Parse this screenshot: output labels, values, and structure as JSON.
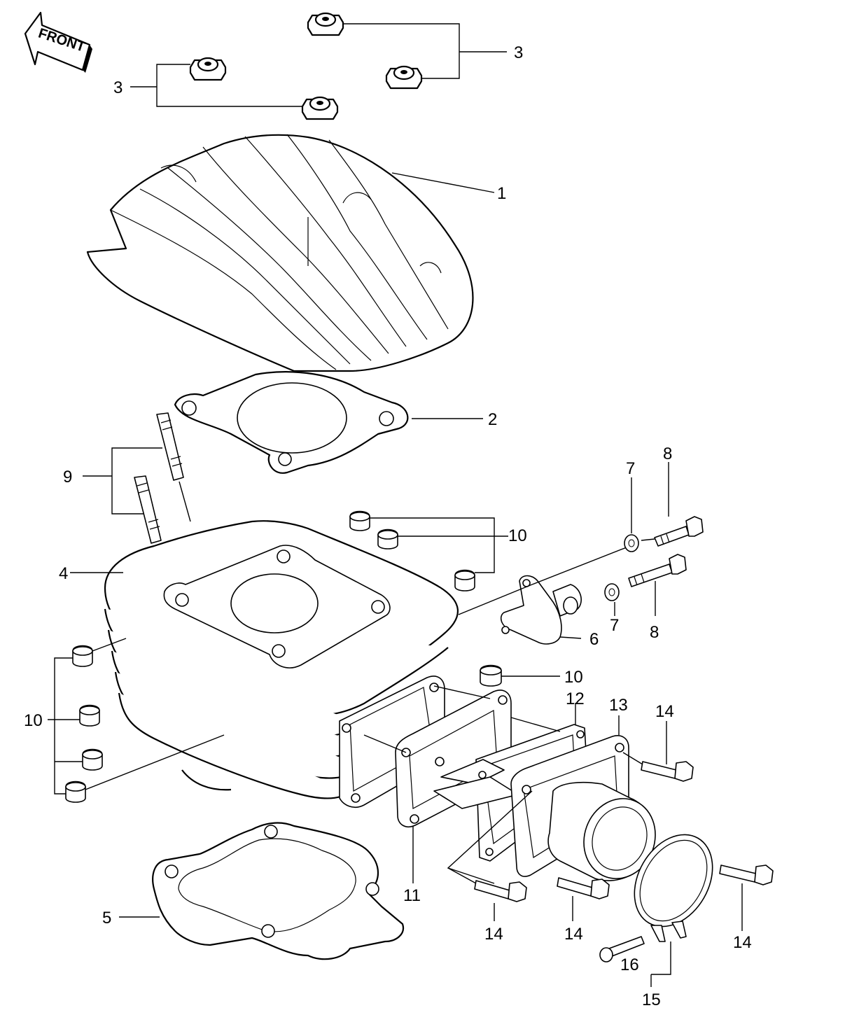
{
  "front_arrow": {
    "text": "FRONT"
  },
  "callouts": [
    {
      "id": "c1",
      "text": "1"
    },
    {
      "id": "c2",
      "text": "2"
    },
    {
      "id": "c3a",
      "text": "3"
    },
    {
      "id": "c3b",
      "text": "3"
    },
    {
      "id": "c4",
      "text": "4"
    },
    {
      "id": "c5",
      "text": "5"
    },
    {
      "id": "c6",
      "text": "6"
    },
    {
      "id": "c7a",
      "text": "7"
    },
    {
      "id": "c7b",
      "text": "7"
    },
    {
      "id": "c8a",
      "text": "8"
    },
    {
      "id": "c8b",
      "text": "8"
    },
    {
      "id": "c9",
      "text": "9"
    },
    {
      "id": "c10a",
      "text": "10"
    },
    {
      "id": "c10b",
      "text": "10"
    },
    {
      "id": "c10c",
      "text": "10"
    },
    {
      "id": "c11",
      "text": "11"
    },
    {
      "id": "c12",
      "text": "12"
    },
    {
      "id": "c13",
      "text": "13"
    },
    {
      "id": "c14a",
      "text": "14"
    },
    {
      "id": "c14b",
      "text": "14"
    },
    {
      "id": "c14c",
      "text": "14"
    },
    {
      "id": "c14d",
      "text": "14"
    },
    {
      "id": "c15",
      "text": "15"
    },
    {
      "id": "c16",
      "text": "16"
    }
  ]
}
